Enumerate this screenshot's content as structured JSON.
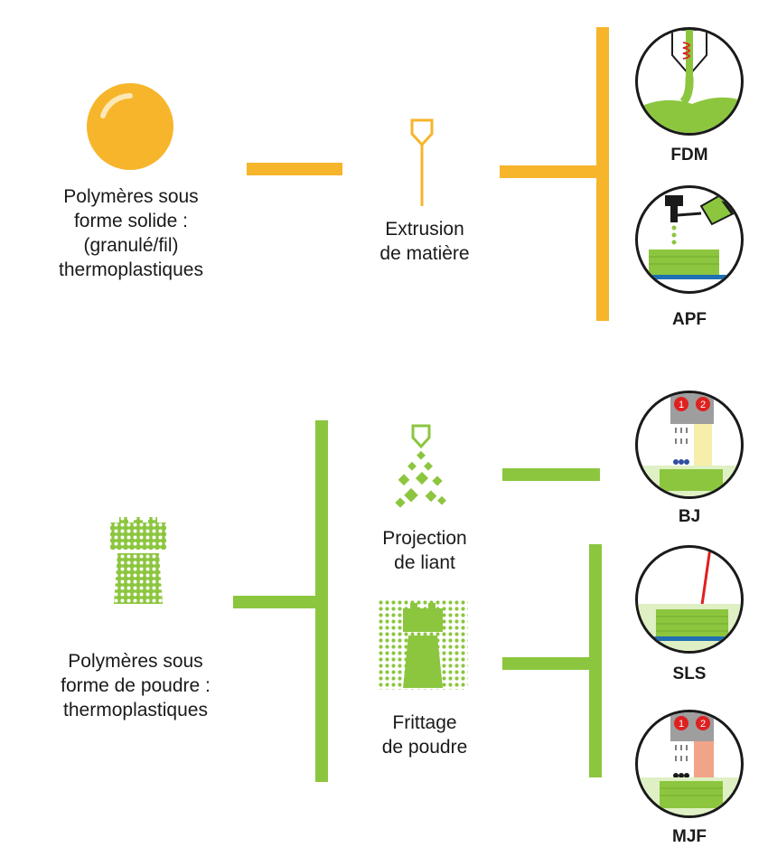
{
  "colors": {
    "orange": "#f7b52c",
    "green": "#8cc63f",
    "dark": "#1a1a1a",
    "blue": "#1f6fb2"
  },
  "section_solid": {
    "source_label": [
      "Polymères sous",
      "forme solide :",
      "(granulé/fil)",
      "thermoplastiques"
    ],
    "process_label": [
      "Extrusion",
      "de matière"
    ],
    "techniques": [
      "FDM",
      "APF"
    ]
  },
  "section_powder": {
    "source_label": [
      "Polymères sous",
      "forme de poudre :",
      "thermoplastiques"
    ],
    "process_binder": [
      "Projection",
      "de liant"
    ],
    "process_sinter": [
      "Frittage",
      "de poudre"
    ],
    "techniques": [
      "BJ",
      "SLS",
      "MJF"
    ],
    "head_numbers": [
      "1",
      "2"
    ]
  }
}
